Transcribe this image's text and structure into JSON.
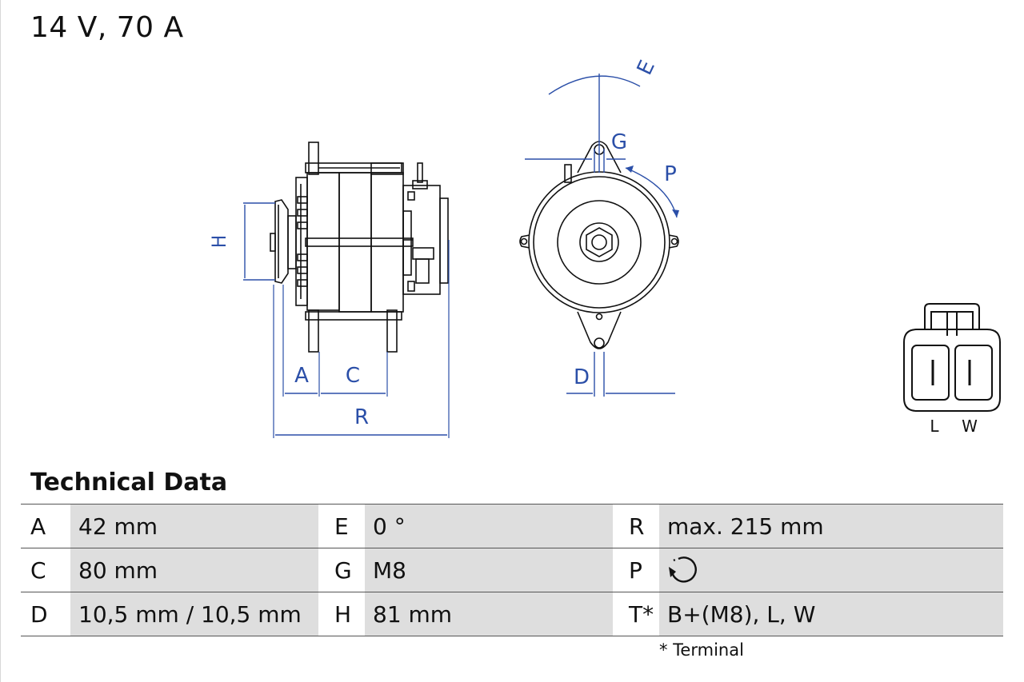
{
  "title": "14 V, 70 A",
  "diagram": {
    "dimension_labels": {
      "E": "E",
      "G": "G",
      "P": "P",
      "H": "H",
      "A": "A",
      "C": "C",
      "R": "R",
      "D": "D"
    },
    "connector_labels": [
      "L",
      "W"
    ],
    "dimension_line_color": "#2b4fa8"
  },
  "section_title": "Technical Data",
  "specs": {
    "rows": [
      [
        {
          "key": "A",
          "value": "42 mm"
        },
        {
          "key": "E",
          "value": "0 °"
        },
        {
          "key": "R",
          "value": "max. 215 mm"
        }
      ],
      [
        {
          "key": "C",
          "value": "80 mm"
        },
        {
          "key": "G",
          "value": "M8"
        },
        {
          "key": "P",
          "value": "",
          "icon": "clockwise-rotation-icon"
        }
      ],
      [
        {
          "key": "D",
          "value": "10,5 mm / 10,5 mm"
        },
        {
          "key": "H",
          "value": "81 mm"
        },
        {
          "key": "T*",
          "value": "B+(M8), L, W"
        }
      ]
    ]
  },
  "footnote": "* Terminal"
}
